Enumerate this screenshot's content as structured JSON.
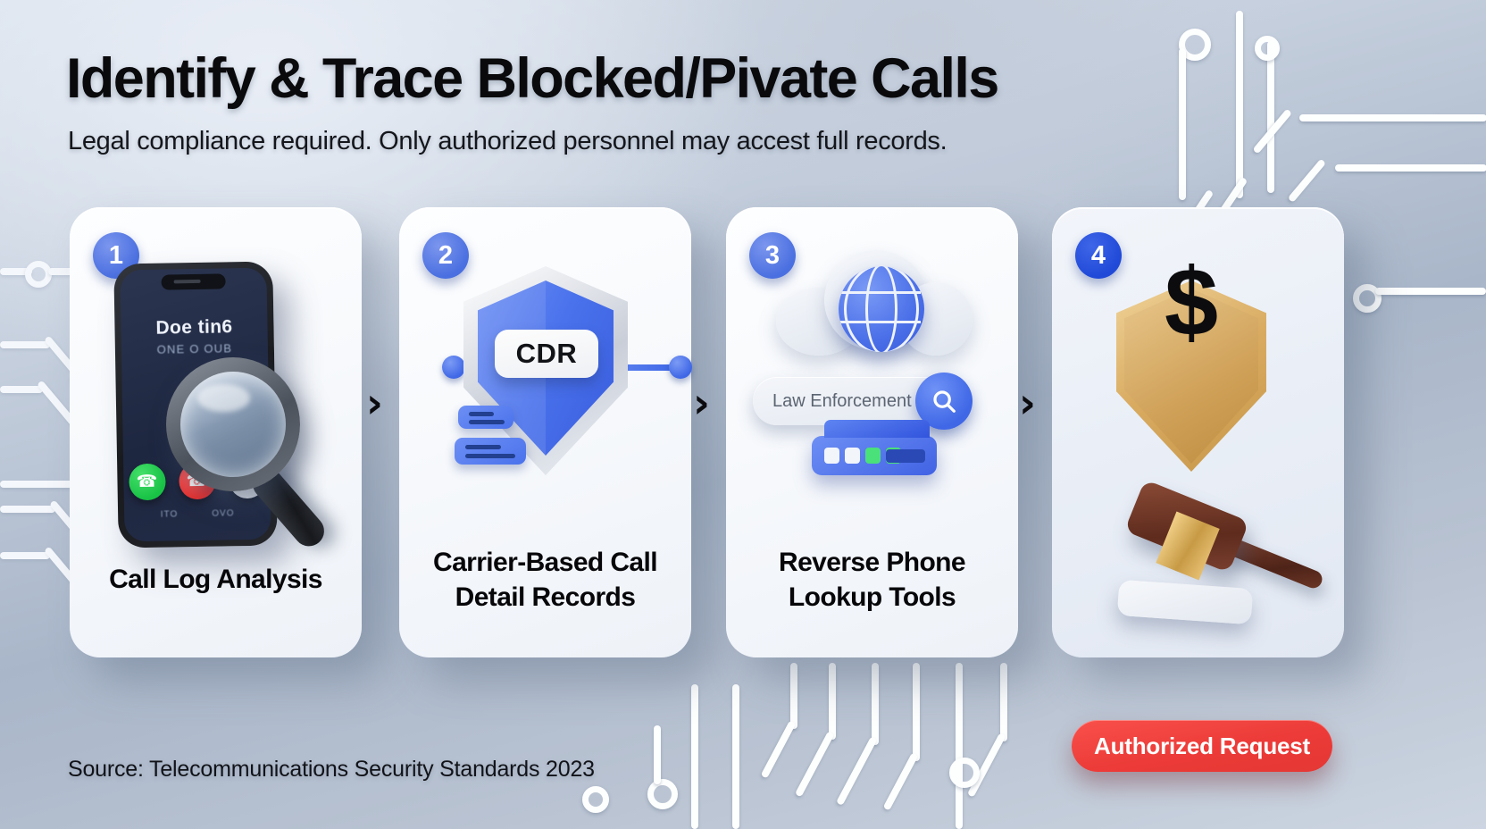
{
  "header": {
    "title": "Identify & Trace Blocked/Pivate Calls",
    "subtitle": "Legal compliance required. Only authorized personnel may accest full records."
  },
  "steps": [
    {
      "number": "1",
      "label": "Call Log Analysis",
      "icon": "phone-magnifier-icon",
      "phone": {
        "caller_name": "Doe tin6",
        "caller_sub": "ONE O OUB",
        "accept_icon": "phone-accept-icon",
        "decline_icon": "phone-decline-icon",
        "more_icon": "phone-more-icon",
        "accept_caption": "ITO",
        "more_caption": "OVO"
      }
    },
    {
      "number": "2",
      "label_line1": "Carrier-Based Call",
      "label_line2": "Detail Records",
      "icon": "shield-cdr-icon",
      "chip_text": "CDR"
    },
    {
      "number": "3",
      "label_line1": "Reverse Phone",
      "label_line2": "Lookup Tools",
      "icon": "cloud-globe-search-icon",
      "search_value": "Law Enforcement",
      "search_icon": "search-icon"
    },
    {
      "number": "4",
      "label": "",
      "icon": "gold-shield-gavel-icon",
      "shield_symbol": "$"
    }
  ],
  "separators": {
    "chevron": "›"
  },
  "footer": {
    "source": "Source: Telecommunications Security Standards 2023",
    "cta_label": "Authorized Request"
  },
  "colors": {
    "accent_blue": "#4a6fe0",
    "cta_red": "#ec3b38",
    "gold": "#d9ab61",
    "accept_green": "#18c245",
    "decline_red": "#e8302f",
    "background": "#aab6c8"
  }
}
